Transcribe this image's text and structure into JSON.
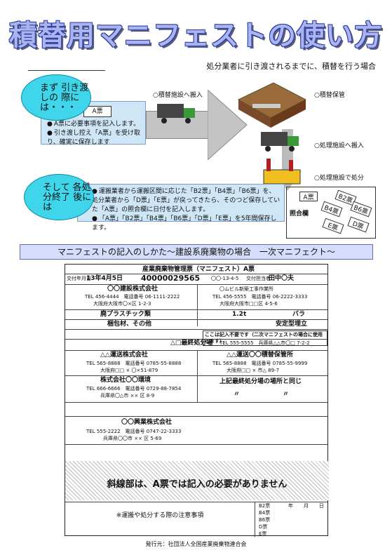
{
  "title": "積替用マニフェストの使い方",
  "subtitle": "処分業者に引き渡されるまでに、積替を行う場合",
  "step1": {
    "bubble": "まず 引き渡しの 際には・・・",
    "tag": "A票",
    "items": [
      "A票に必要事項を記入します。",
      "引き渡し控え「A票」を受け取り、確実に保存します"
    ]
  },
  "flow": {
    "carry_in": "○積替施設へ搬入",
    "storage": "○積替保管",
    "to_disposal": "○処理施設へ搬入",
    "disposal": "○処理施設で処分"
  },
  "step2": {
    "bubble": "そして 各処分終了 後には",
    "items": [
      "運搬業者から運搬区間に応じた「B2票」「B4票」「B6票」を、処分業者から「D票」「E票」が戻ってきたら、そのつど保存していた「A票」の照合欄に日付を記入します。",
      "「A票」「B2票」「B4票」「B6票」「D票」「E票」を5年間保存します。"
    ]
  },
  "ledger": {
    "label": "照合欄",
    "top_tag": "A票",
    "cards": [
      "B2票",
      "B4票",
      "B6票",
      "E票",
      "D票"
    ]
  },
  "section_bar": "マニフェストの記入のしかた～建設系廃棄物の場合　一次マニフェクト～",
  "form": {
    "heading": "産業廃棄物管理票（マニフェスト）A票",
    "date_label": "交付年月日",
    "date": "13年4月5日",
    "number_label": "交付番号",
    "number": "40000029565",
    "ref": "〇〇-13-4-5",
    "person_label": "交付担当者",
    "person": "田中〇夫",
    "company_name": "〇〇建設株式会社",
    "company_tel": "TEL 456-4444　電話番号 06-1111-2222",
    "company_addr": "大阪府大阪市〇×区 1-2-3",
    "site_name": "〇ムビル新築工事作業所",
    "site_tel": "TEL 456-5555　電話番号 06-2222-3333",
    "site_addr": "大阪府大阪市□□区 4-5-6",
    "waste_kind": "廃プラスチック類",
    "quantity": "1.2t",
    "form_shape": "バラ",
    "packing": "梱包材、その他",
    "method": "安定型埋立",
    "note_box": "ここは記入不要です（二次マニフェストの場合に使用します）",
    "final_place": "△□最終処分場",
    "final_tel": "TEL 555-5555　兵庫県△△市〇□ 7-2-2",
    "transport1_name": "△△運送株式会社",
    "transport1_tel": "TEL 565-8888　電話番号 0785-55-8888",
    "transport1_addr": "大阪府□□ × 〇×51-879",
    "storage_name": "△△運送〇〇積替保管所",
    "storage_tel": "TEL 565-8888　電話番号 0785-55-9999",
    "storage_addr": "大阪府□□ × 市△ 89-7",
    "transport2_name": "株式会社〇〇環境",
    "transport2_tel": "TEL 666-6666　電話番号 0729-88-7854",
    "transport2_addr": "兵庫県〇△市 ×× 区 8-9",
    "transport2_dest": "上記最終処分場の場所と同じ",
    "same": "〃",
    "disposer_name": "〇〇興業株式会社",
    "disposer_tel": "TEL 555-2222　電話番号 0747-22-3333",
    "disposer_addr": "兵庫県〇〇市 ×× 区 5-69",
    "hatch_note": "斜線部は、A票では記入の必要がありません",
    "caution": "※運搬や処分する際の注意事項",
    "ledger_rows": [
      "B2票",
      "B4票",
      "B6票",
      "D票",
      "E票"
    ],
    "year": "年",
    "month": "月",
    "day": "日"
  },
  "publisher": "発行元：社団法人全国産業廃棄物連合会"
}
